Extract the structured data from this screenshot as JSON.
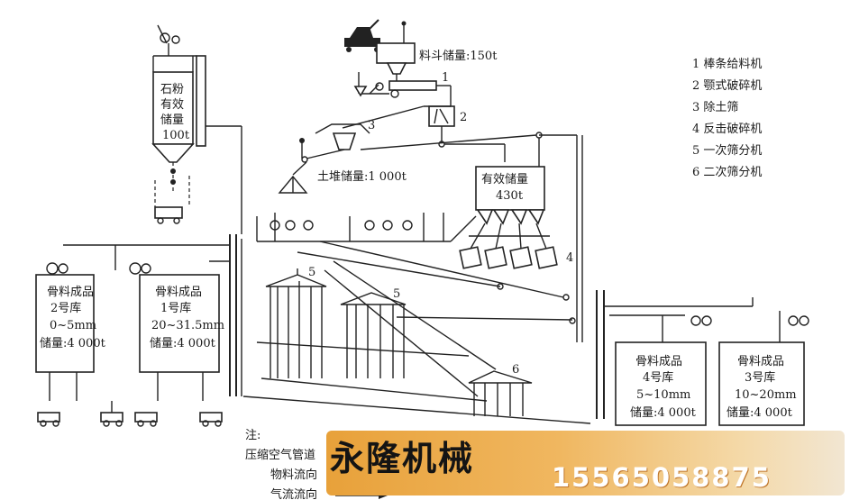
{
  "labels": {
    "hopper": "料斗储量:150t",
    "num1": "1",
    "num2": "2",
    "num3": "3",
    "num4": "4",
    "num5a": "5",
    "num5b": "5",
    "num6": "6",
    "soil": "土堆储量:1 000t",
    "bin_l1": "有效储量",
    "bin_l2": "430t",
    "stone": [
      "石粉",
      "有效",
      "储量",
      "100t"
    ]
  },
  "legend": [
    "1 棒条给料机",
    "2 颚式破碎机",
    "3 除土筛",
    "4 反击破碎机",
    "5 一次筛分机",
    "6 二次筛分机"
  ],
  "silos": {
    "s2": [
      "骨料成品",
      "2号库",
      "0~5mm",
      "储量:4 000t"
    ],
    "s1": [
      "骨料成品",
      "1号库",
      "20~31.5mm",
      "储量:4 000t"
    ],
    "s4": [
      "骨料成品",
      "4号库",
      "5~10mm",
      "储量:4 000t"
    ],
    "s3": [
      "骨料成品",
      "3号库",
      "10~20mm",
      "储量:4 000t"
    ]
  },
  "notes": {
    "head": "注:",
    "air": "压缩空气管道",
    "material": "物料流向",
    "airflow": "气流流向"
  },
  "watermark": {
    "company": "永隆机械",
    "phone": "15565058875"
  }
}
